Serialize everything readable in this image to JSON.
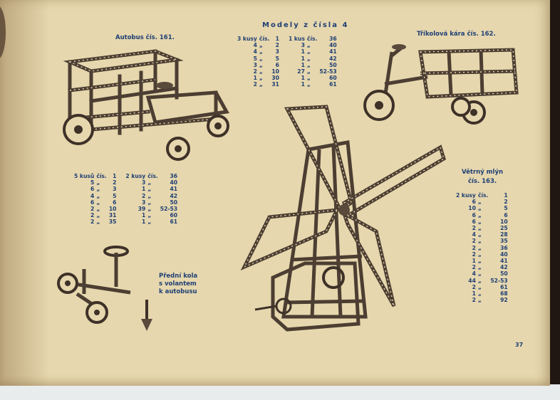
{
  "page_title": "Modely z čísla 4",
  "page_number": "37",
  "models": {
    "bus": {
      "caption": "Autobus čís. 161.",
      "parts": [
        [
          "3 kusy",
          "čís.",
          "1",
          "1 kus",
          "čís.",
          "36"
        ],
        [
          "4",
          "„",
          "2",
          "3",
          "„",
          "40"
        ],
        [
          "4",
          "„",
          "3",
          "1",
          "„",
          "41"
        ],
        [
          "5",
          "„",
          "5",
          "1",
          "„",
          "42"
        ],
        [
          "3",
          "„",
          "6",
          "1",
          "„",
          "50"
        ],
        [
          "2",
          "„",
          "10",
          "27",
          "„",
          "52-53"
        ],
        [
          "1",
          "„",
          "30",
          "1",
          "„",
          "60"
        ],
        [
          "2",
          "„",
          "31",
          "1",
          "„",
          "61"
        ]
      ]
    },
    "tricycle": {
      "caption": "Tříkolová kára čís. 162."
    },
    "front_wheels": {
      "caption_lines": [
        "Přední kola",
        "s volantem",
        "k autobusu"
      ],
      "parts": [
        [
          "5 kusů",
          "čís.",
          "1",
          "2 kusy",
          "čís.",
          "36"
        ],
        [
          "5",
          "„",
          "2",
          "3",
          "„",
          "40"
        ],
        [
          "6",
          "„",
          "3",
          "1",
          "„",
          "41"
        ],
        [
          "4",
          "„",
          "5",
          "2",
          "„",
          "42"
        ],
        [
          "6",
          "„",
          "6",
          "3",
          "„",
          "50"
        ],
        [
          "2",
          "„",
          "10",
          "39",
          "„",
          "52-53"
        ],
        [
          "2",
          "„",
          "31",
          "1",
          "„",
          "60"
        ],
        [
          "2",
          "„",
          "35",
          "1",
          "„",
          "61"
        ]
      ]
    },
    "windmill": {
      "caption_lines": [
        "Větrný mlýn",
        "čís. 163."
      ],
      "parts": [
        [
          "2 kusy",
          "čís.",
          "1"
        ],
        [
          "6",
          "„",
          "2"
        ],
        [
          "10",
          "„",
          "5"
        ],
        [
          "6",
          "„",
          "6"
        ],
        [
          "6",
          "„",
          "10"
        ],
        [
          "2",
          "„",
          "25"
        ],
        [
          "4",
          "„",
          "28"
        ],
        [
          "2",
          "„",
          "35"
        ],
        [
          "2",
          "„",
          "36"
        ],
        [
          "2",
          "„",
          "40"
        ],
        [
          "1",
          "„",
          "41"
        ],
        [
          "2",
          "„",
          "42"
        ],
        [
          "4",
          "„",
          "50"
        ],
        [
          "44",
          "„",
          "52-53"
        ],
        [
          "2",
          "„",
          "61"
        ],
        [
          "1",
          "„",
          "68"
        ],
        [
          "2",
          "„",
          "92"
        ]
      ]
    }
  },
  "colors": {
    "paper": "#e6d7ae",
    "ink": "#1f3f74",
    "metal": "#5a4a3c"
  }
}
